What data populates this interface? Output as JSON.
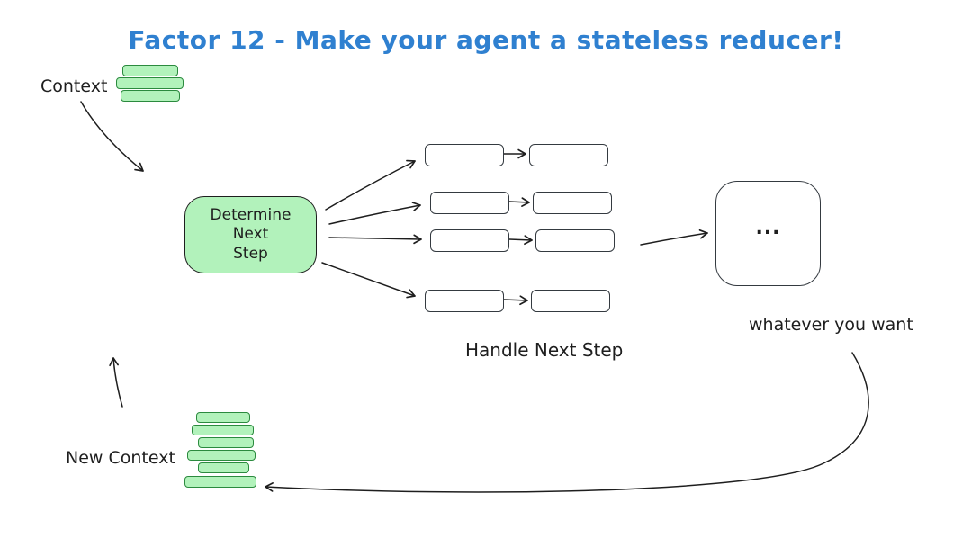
{
  "title": "Factor 12 - Make your agent a stateless reducer!",
  "labels": {
    "context": "Context",
    "new_context": "New Context",
    "handle_next_step": "Handle Next Step",
    "whatever_you_want": "whatever you want",
    "ellipsis": "..."
  },
  "determine_box": {
    "line1": "Determine",
    "line2": "Next",
    "line3": "Step"
  },
  "colors": {
    "title_blue": "#2f80d0",
    "green_fill": "#b2f2bb",
    "green_stroke": "#2b8a3e",
    "ink": "#1e1e1e",
    "box_stroke": "#343a40"
  }
}
